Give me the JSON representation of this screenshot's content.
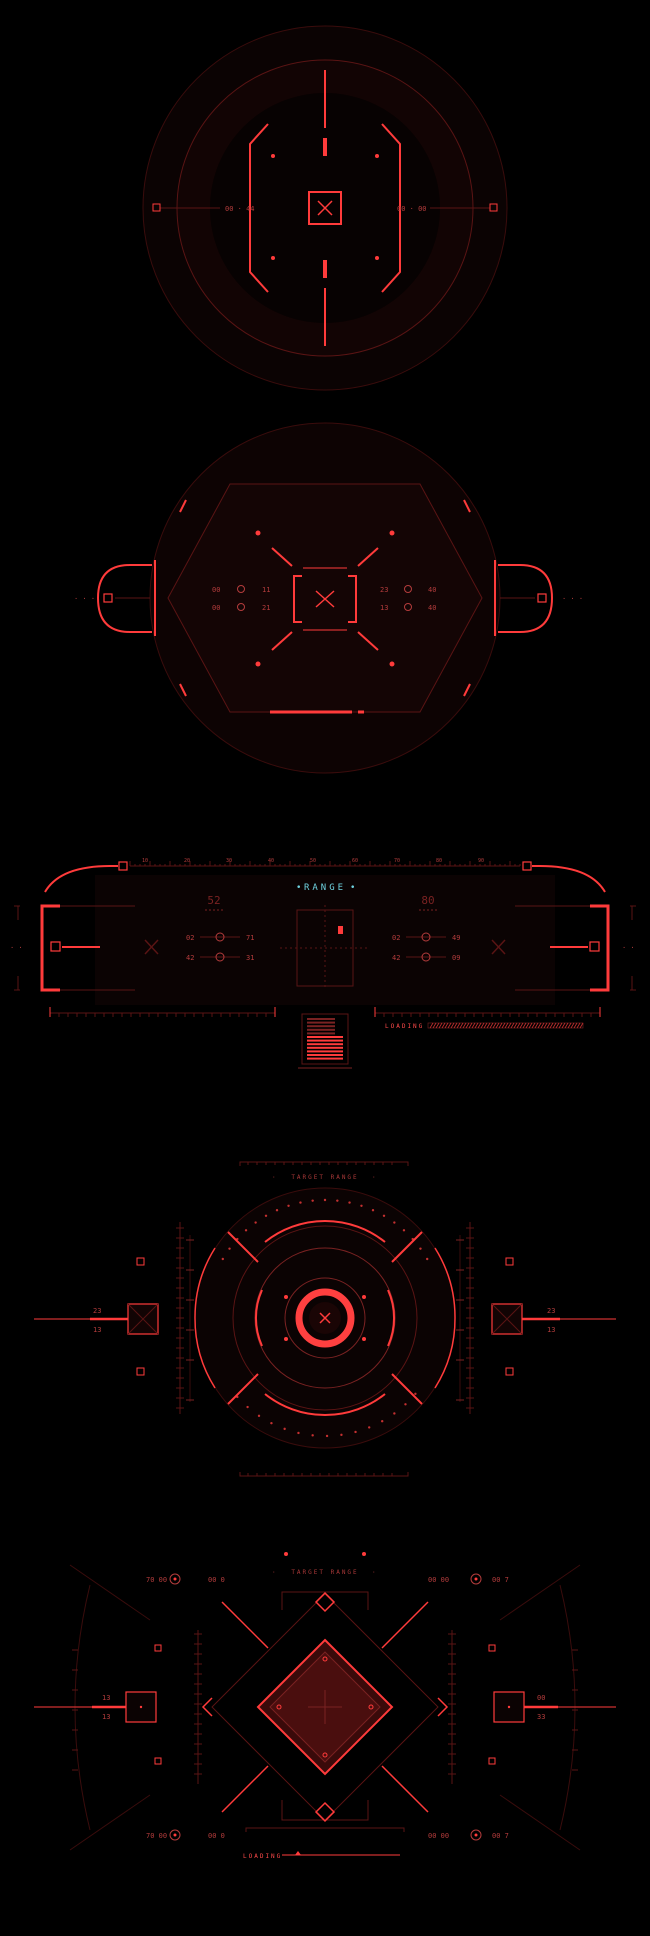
{
  "colors": {
    "accent": "#ff3b3b",
    "dim": "#5a1414",
    "text": "#b43c3c",
    "cyan": "#6fd3e0",
    "background": "#000000"
  },
  "hud1": {
    "left_readout": "00 · 44",
    "right_readout": "00 · 00"
  },
  "hud2": {
    "left_rows": [
      "00",
      "00"
    ],
    "left_vals": [
      "11",
      "21"
    ],
    "right_rows": [
      "23",
      "13"
    ],
    "right_vals": [
      "40",
      "40"
    ]
  },
  "hud3": {
    "title": "RANGE",
    "left_number": "52",
    "right_number": "80",
    "left_rows": [
      "02",
      "42"
    ],
    "left_vals": [
      "71",
      "31"
    ],
    "right_rows": [
      "02",
      "42"
    ],
    "right_vals": [
      "49",
      "09"
    ],
    "loading_label": "LOADING",
    "scale_ticks": [
      "10",
      "20",
      "30",
      "40",
      "50",
      "60",
      "70",
      "80",
      "90"
    ]
  },
  "hud4": {
    "title": "TARGET RANGE",
    "side_left": [
      "23",
      "13"
    ],
    "side_right": [
      "23",
      "13"
    ]
  },
  "hud5": {
    "title": "TARGET RANGE",
    "corner_tl": [
      "70 00",
      "00 0"
    ],
    "corner_tr": [
      "00 00",
      "00 7"
    ],
    "corner_bl": [
      "70 00",
      "00 0"
    ],
    "corner_br": [
      "00 00",
      "00 7"
    ],
    "side_left": [
      "13",
      "13"
    ],
    "side_right": [
      "00",
      "33"
    ],
    "loading_label": "LOADING"
  }
}
